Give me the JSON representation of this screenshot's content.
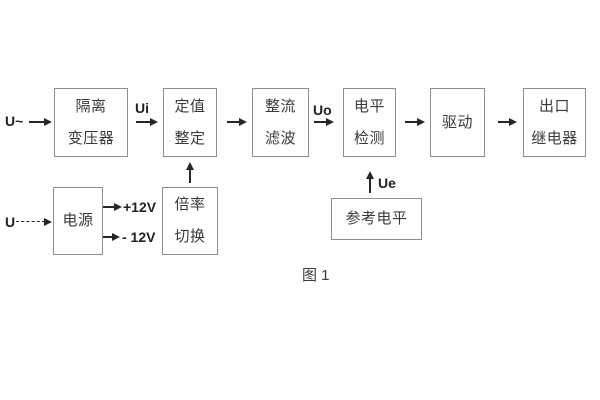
{
  "diagram": {
    "caption": "图 1",
    "blocks": {
      "isolation_transformer": {
        "line1": "隔离",
        "line2": "变压器"
      },
      "setting_adjust": {
        "line1": "定值",
        "line2": "整定"
      },
      "rectify_filter": {
        "line1": "整流",
        "line2": "滤波"
      },
      "level_detect": {
        "line1": "电平",
        "line2": "检测"
      },
      "drive": {
        "label": "驱动"
      },
      "output_relay": {
        "line1": "出口",
        "line2": "继电器"
      },
      "power_supply": {
        "label": "电源"
      },
      "ratio_switch": {
        "line1": "倍率",
        "line2": "切换"
      },
      "reference_level": {
        "label": "参考电平"
      }
    },
    "signals": {
      "ac_input": "U~",
      "dc_input": "U",
      "ui": "Ui",
      "uo": "Uo",
      "ue": "Ue",
      "plus_12v": "+12V",
      "minus_12v": "- 12V"
    },
    "connections": [
      {
        "from": "ac_input",
        "to": "isolation_transformer",
        "label": ""
      },
      {
        "from": "isolation_transformer",
        "to": "setting_adjust",
        "label": "Ui"
      },
      {
        "from": "setting_adjust",
        "to": "rectify_filter",
        "label": ""
      },
      {
        "from": "rectify_filter",
        "to": "level_detect",
        "label": "Uo"
      },
      {
        "from": "level_detect",
        "to": "drive",
        "label": ""
      },
      {
        "from": "drive",
        "to": "output_relay",
        "label": ""
      },
      {
        "from": "dc_input",
        "to": "power_supply",
        "label": "",
        "style": "dashed"
      },
      {
        "from": "power_supply",
        "to": "+12V",
        "label": "+12V"
      },
      {
        "from": "power_supply",
        "to": "-12V",
        "label": "- 12V"
      },
      {
        "from": "ratio_switch",
        "to": "setting_adjust",
        "label": ""
      },
      {
        "from": "reference_level",
        "to": "level_detect",
        "label": "Ue"
      }
    ],
    "colors": {
      "background": "#ffffff",
      "box_border": "#8d8d8d",
      "box_text": "#3a3a3a",
      "line": "#262626",
      "signal_text": "#222222"
    }
  }
}
